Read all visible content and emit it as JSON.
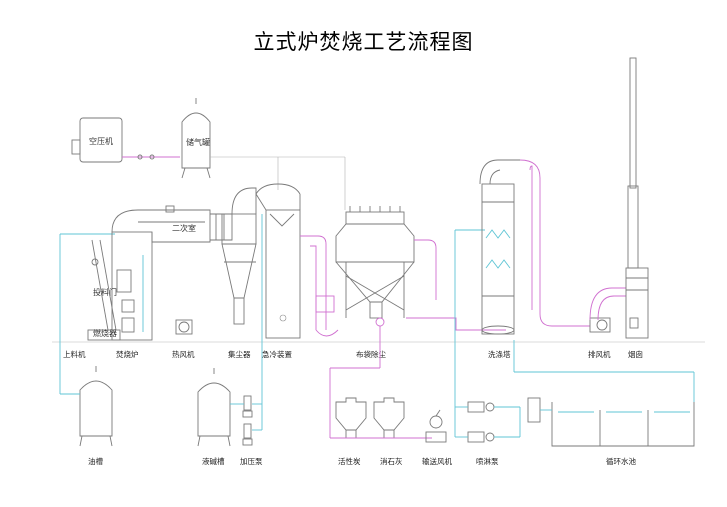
{
  "title": "立式炉焚烧工艺流程图",
  "labels": {
    "air_compressor": "空压机",
    "gas_tank": "储气罐",
    "secondary_chamber": "二次室",
    "feed_door": "投料门",
    "burner": "燃烧器",
    "feeder": "上料机",
    "incinerator": "焚烧炉",
    "hot_air_fan": "热风机",
    "dust_collector": "集尘器",
    "quench_tower": "急冷装置",
    "bag_filter": "布袋除尘",
    "scrubber": "洗涤塔",
    "exhaust_fan": "排风机",
    "chimney": "烟囱",
    "oil_tank": "油槽",
    "liquid_alkali_tank": "液碱槽",
    "dosing_pump": "加压泵",
    "activated_carbon": "活性炭",
    "lime": "消石灰",
    "conveying_fan": "输送风机",
    "spray_pump": "喷淋泵",
    "circulating_pool": "循环水池"
  }
}
